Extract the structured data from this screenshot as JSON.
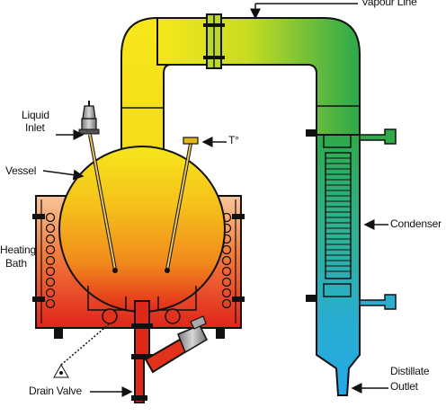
{
  "labels": {
    "vapour_line": "Vapour Line",
    "liquid_inlet_1": "Liquid",
    "liquid_inlet_2": "Inlet",
    "vessel": "Vessel",
    "temperature": "T°",
    "heating_bath_1": "Heating",
    "heating_bath_2": "Bath",
    "condenser": "Condenser",
    "drain_valve": "Drain Valve",
    "distillate_outlet_1": "Distillate",
    "distillate_outlet_2": "Outlet"
  },
  "colors": {
    "vessel_top": "#f4e11a",
    "vessel_mid": "#f3a21b",
    "vessel_bottom": "#e0281a",
    "vapour_left": "#f5e51a",
    "vapour_right": "#2eaa4a",
    "condenser_top": "#2eaa4a",
    "condenser_bottom": "#27a9e1",
    "bath_top": "#f7b88a",
    "bath_bottom": "#e02a1c",
    "outline": "#111111"
  }
}
